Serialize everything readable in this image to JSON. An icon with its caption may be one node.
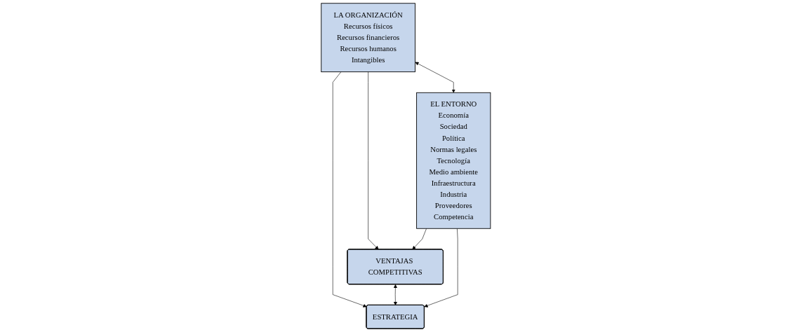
{
  "diagram": {
    "nodes": [
      {
        "text": [
          "LA ORGANIZACIÓN",
          "Recursos físicos",
          "Recursos financieros",
          "Recursos humanos",
          "Intangibles"
        ]
      },
      {
        "text": [
          "VENTAJAS COMPETITIVAS"
        ]
      },
      {
        "text": [
          "EL ENTORNO",
          "Economía",
          "Sociedad",
          "Política",
          "Normas legales",
          "Tecnología",
          "Medio ambiente",
          "Infraestructura",
          "Industria",
          "Proveedores",
          "Competencia"
        ]
      },
      {
        "text": [
          "ESTRATEGIA"
        ]
      }
    ],
    "edges": [
      {
        "from": 0,
        "to": 2,
        "arrow": "both"
      },
      {
        "from": 0,
        "to": 1,
        "arrow": "to"
      },
      {
        "from": 2,
        "to": 1,
        "arrow": "to"
      },
      {
        "from": 0,
        "to": 3,
        "arrow": "to"
      },
      {
        "from": 1,
        "to": 3,
        "arrow": "both"
      },
      {
        "from": 2,
        "to": 3,
        "arrow": "to"
      }
    ]
  }
}
